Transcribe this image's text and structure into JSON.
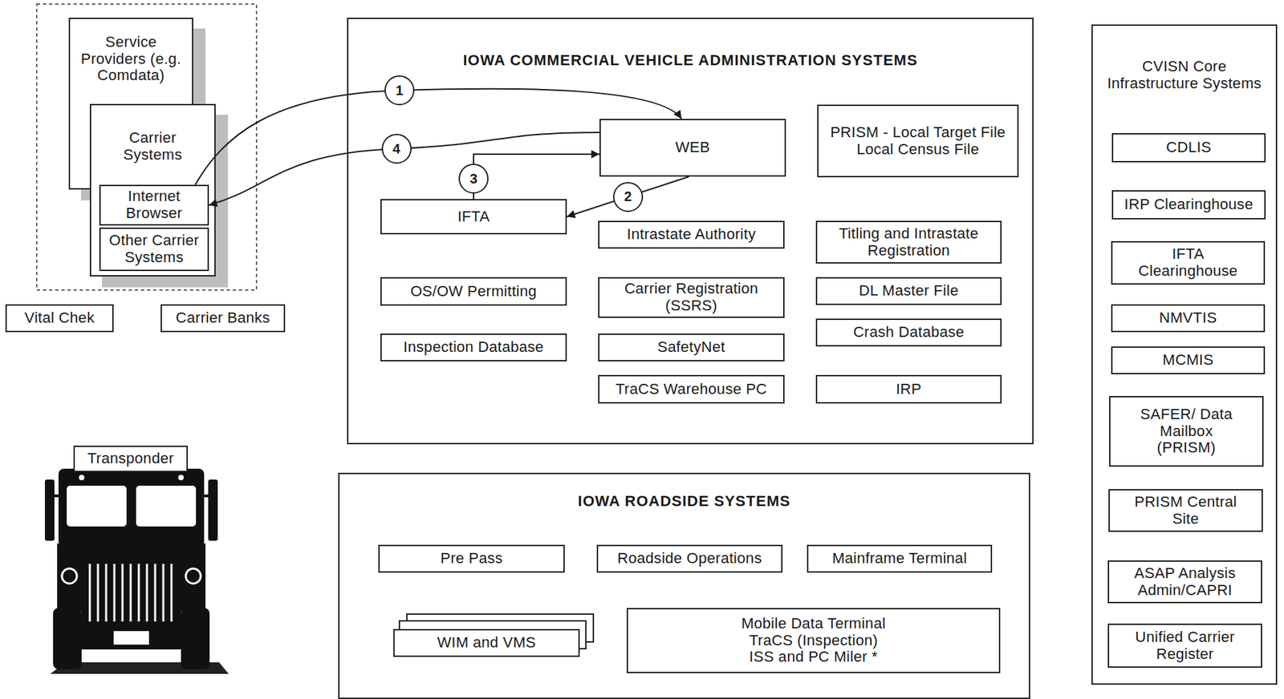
{
  "diagram": {
    "nodes": [
      {
        "text": [
          "Service Providers (e.g. Comdata)"
        ]
      },
      {
        "text": [
          "Carrier Systems"
        ]
      },
      {
        "text": [
          "Internet Browser"
        ],
        "in": 1
      },
      {
        "text": [
          "Other Carrier Systems"
        ],
        "in": 1
      },
      {
        "text": [
          "Vital Chek"
        ]
      },
      {
        "text": [
          "Carrier Banks"
        ]
      },
      {
        "text": [
          "IOWA COMMERCIAL VEHICLE ADMINISTRATION SYSTEMS"
        ]
      },
      {
        "text": [
          "WEB"
        ],
        "in": 6
      },
      {
        "text": [
          "PRISM - Local Target File Local Census File"
        ],
        "in": 6
      },
      {
        "text": [
          "IFTA"
        ],
        "in": 6
      },
      {
        "text": [
          "Intrastate Authority"
        ],
        "in": 6
      },
      {
        "text": [
          "Titling and Intrastate Registration"
        ],
        "in": 6
      },
      {
        "text": [
          "OS/OW Permitting"
        ],
        "in": 6
      },
      {
        "text": [
          "Carrier Registration (SSRS)"
        ],
        "in": 6
      },
      {
        "text": [
          "DL Master File"
        ],
        "in": 6
      },
      {
        "text": [
          "Inspection Database"
        ],
        "in": 6
      },
      {
        "text": [
          "SafetyNet"
        ],
        "in": 6
      },
      {
        "text": [
          "Crash Database"
        ],
        "in": 6
      },
      {
        "text": [
          "TraCS Warehouse PC"
        ],
        "in": 6
      },
      {
        "text": [
          "IRP"
        ],
        "in": 6
      },
      {
        "text": [
          "Transponder"
        ]
      },
      {
        "text": [
          "IOWA ROADSIDE SYSTEMS"
        ]
      },
      {
        "text": [
          "Pre Pass"
        ],
        "in": 21
      },
      {
        "text": [
          "Roadside Operations"
        ],
        "in": 21
      },
      {
        "text": [
          "Mainframe Terminal"
        ],
        "in": 21
      },
      {
        "text": [
          "WIM and VMS"
        ],
        "in": 21
      },
      {
        "text": [
          "Mobile Data Terminal TraCS (Inspection) ISS and PC Miler *"
        ],
        "in": 21
      },
      {
        "text": [
          "CVISN Core Infrastructure Systems"
        ]
      },
      {
        "text": [
          "CDLIS"
        ],
        "in": 27
      },
      {
        "text": [
          "IRP Clearinghouse"
        ],
        "in": 27
      },
      {
        "text": [
          "IFTA Clearinghouse"
        ],
        "in": 27
      },
      {
        "text": [
          "NMVTIS"
        ],
        "in": 27
      },
      {
        "text": [
          "MCMIS"
        ],
        "in": 27
      },
      {
        "text": [
          "SAFER/ Data Mailbox (PRISM)"
        ],
        "in": 27
      },
      {
        "text": [
          "PRISM Central Site"
        ],
        "in": 27
      },
      {
        "text": [
          "ASAP Analysis Admin/CAPRI"
        ],
        "in": 27
      },
      {
        "text": [
          "Unified Carrier Register"
        ],
        "in": 27
      }
    ],
    "edges": [
      {
        "from": 2,
        "to": 7,
        "arrow": "to",
        "label": "1"
      },
      {
        "from": 7,
        "to": 9,
        "arrow": "to",
        "label": "2"
      },
      {
        "from": 9,
        "to": 7,
        "arrow": "to",
        "label": "3"
      },
      {
        "from": 7,
        "to": 2,
        "arrow": "to",
        "label": "4"
      }
    ]
  }
}
